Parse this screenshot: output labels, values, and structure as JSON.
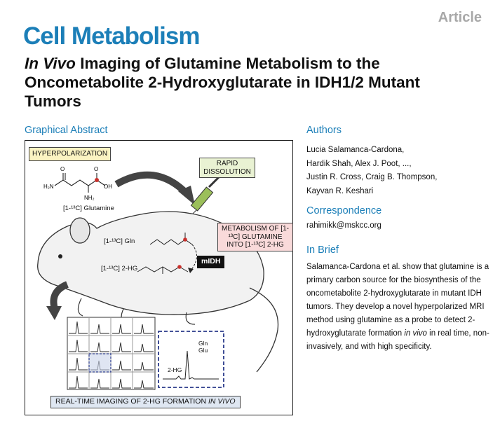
{
  "header": {
    "article_label": "Article",
    "journal": "Cell Metabolism",
    "title_italic": "In Vivo",
    "title_rest": " Imaging of Glutamine Metabolism to the Oncometabolite 2-Hydroxyglutarate in IDH1/2 Mutant Tumors"
  },
  "graphical_abstract": {
    "heading": "Graphical Abstract",
    "hyperpolarization": "HYPERPOLARIZATION",
    "glutamine_label": "[1-¹³C] Glutamine",
    "rapid_dissolution": "RAPID DISSOLUTION",
    "metabolism_label": "METABOLISM OF [1-¹³C] GLUTAMINE INTO [1-¹³C] 2-HG",
    "gln_label": "[1-¹³C] Gln",
    "hg_label": "[1-¹³C] 2-HG",
    "midh": "mIDH",
    "peak_gln": "Gln",
    "peak_glu": "Glu",
    "peak_2hg": "2-HG",
    "realtime_text": "REAL-TIME IMAGING OF 2-HG FORMATION",
    "realtime_italic": "IN VIVO"
  },
  "authors": {
    "heading": "Authors",
    "lines": [
      "Lucia Salamanca-Cardona,",
      "Hardik Shah, Alex J. Poot, ...,",
      "Justin R. Cross, Craig B. Thompson,",
      "Kayvan R. Keshari"
    ]
  },
  "correspondence": {
    "heading": "Correspondence",
    "email": "rahimikk@mskcc.org"
  },
  "in_brief": {
    "heading": "In Brief",
    "text_1": "Salamanca-Cardona et al. show that glutamine is a primary carbon source for the biosynthesis of the oncometabolite 2-hydroxyglutarate in mutant IDH tumors. They develop a novel hyperpolarized MRI method using glutamine as a probe to detect 2-hydroxyglutarate formation ",
    "text_italic": "in vivo",
    "text_2": " in real time, non-invasively, and with high specificity."
  }
}
